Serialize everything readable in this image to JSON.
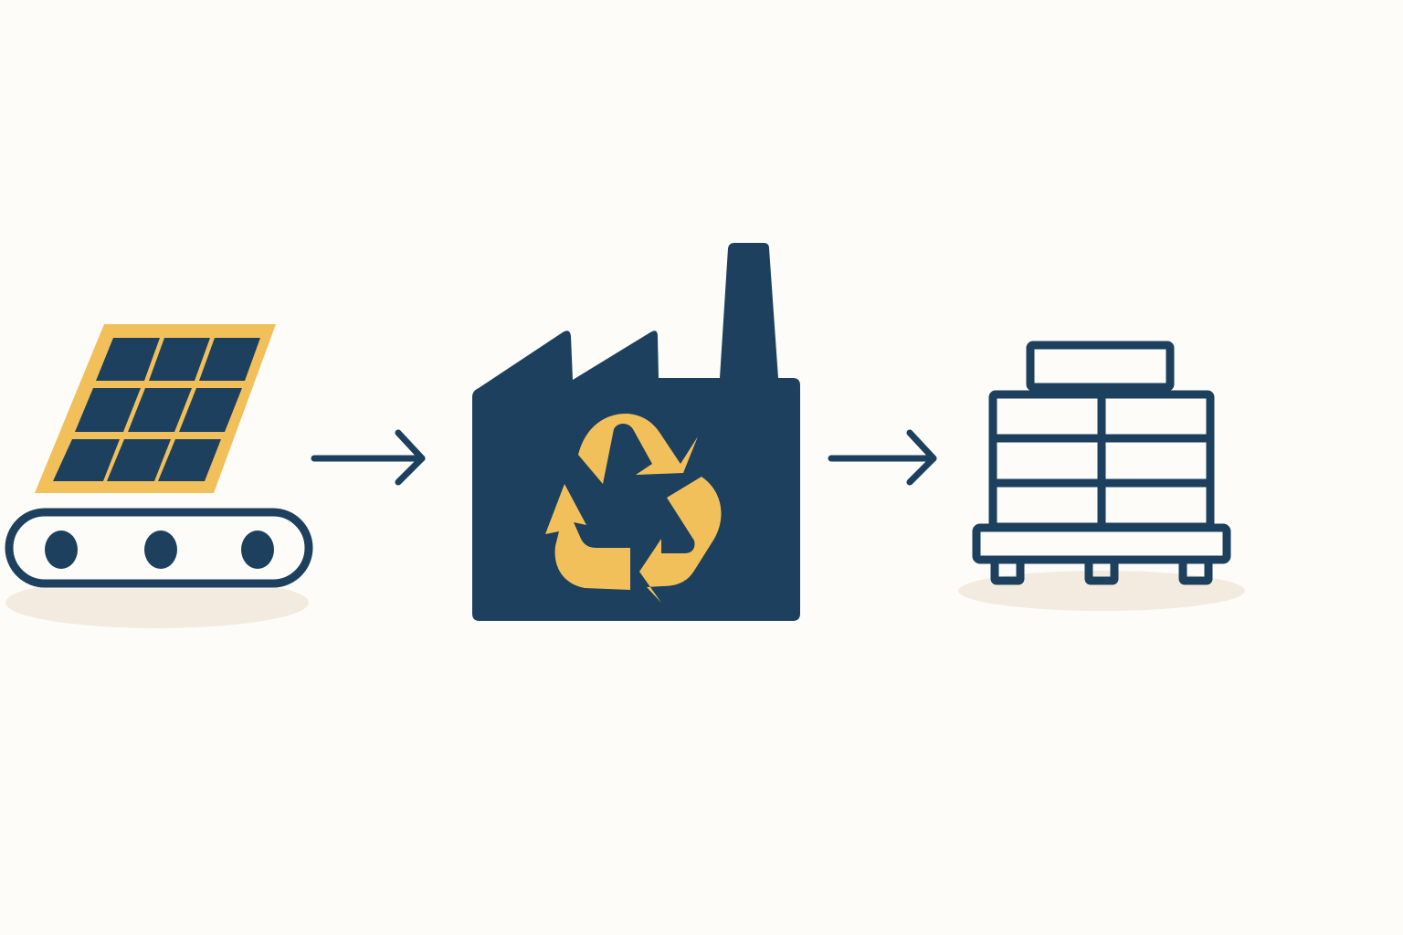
{
  "diagram": {
    "flow": [
      "solar-panel-on-conveyor",
      "recycling-factory",
      "pallet-of-materials"
    ],
    "colors": {
      "background": "#fdfcf8",
      "navy": "#1c405d",
      "yellow": "#f2c05b",
      "shadow": "#f4ebe0"
    },
    "icons": {
      "step1": "solar-panel-conveyor-icon",
      "arrow1": "arrow-right-icon",
      "step2": "recycling-factory-icon",
      "arrow2": "arrow-right-icon",
      "step3": "pallet-stack-icon"
    }
  }
}
